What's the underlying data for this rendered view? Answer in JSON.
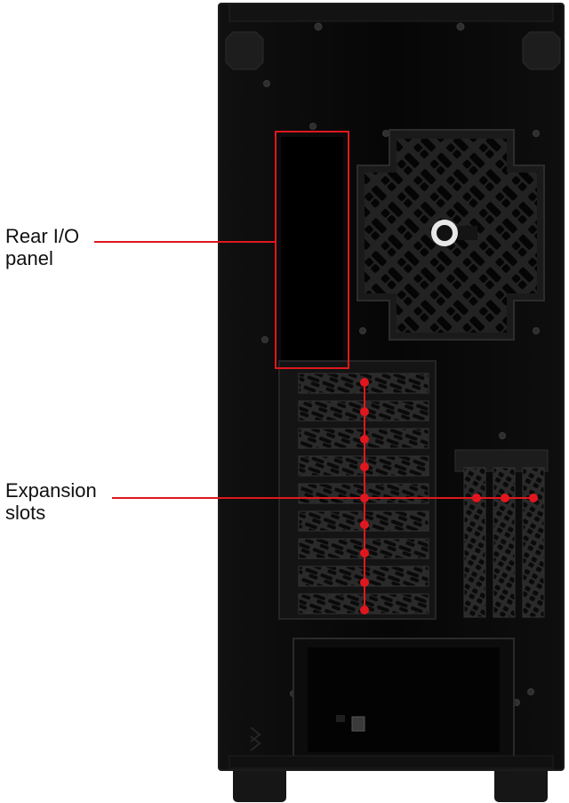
{
  "labels": {
    "rear_io": "Rear I/O\npanel",
    "expansion": "Expansion\nslots"
  },
  "colors": {
    "case_body": "#050505",
    "case_edge": "#1a1a1a",
    "callout": "#e0171f",
    "label_text": "#111111",
    "background": "#ffffff"
  },
  "icons": [
    "fan-grille-icon",
    "screw-icon",
    "psu-connector-icon"
  ],
  "callouts": {
    "rear_io": "rear-io-panel",
    "expansion": "expansion-slots"
  }
}
